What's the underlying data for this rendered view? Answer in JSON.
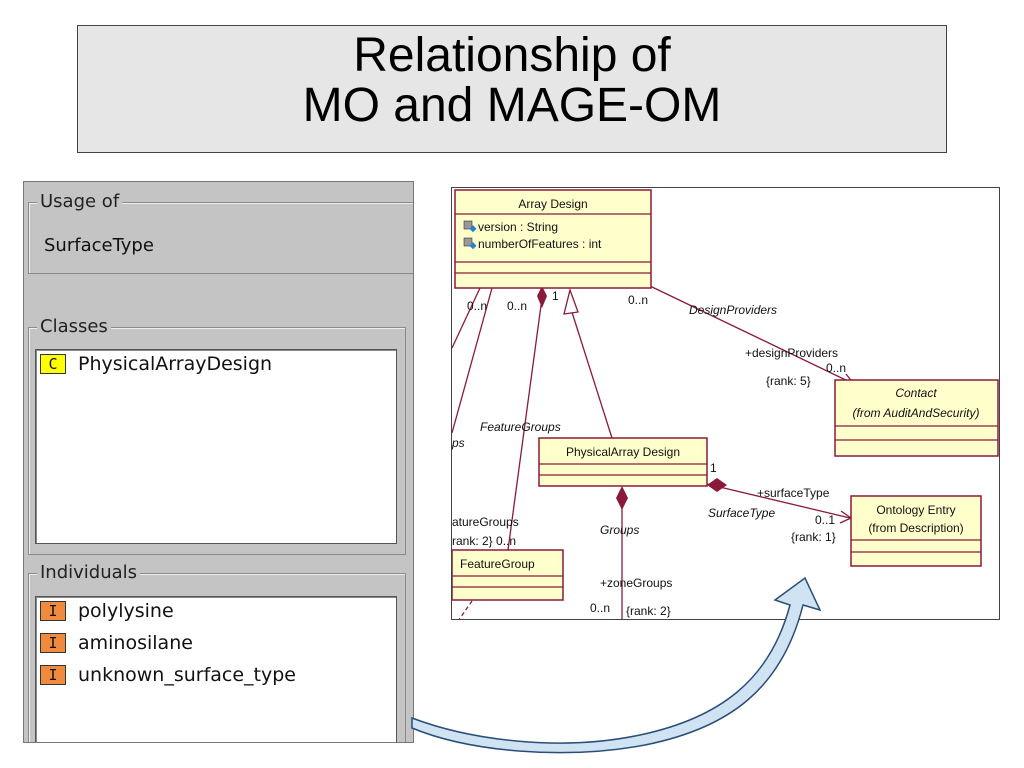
{
  "title": {
    "line1": "Relationship of",
    "line2": "MO and MAGE-OM"
  },
  "panel": {
    "usage": {
      "legend": "Usage of",
      "value": "SurfaceType"
    },
    "classes": {
      "legend": "Classes",
      "items": [
        {
          "badge": "C",
          "label": "PhysicalArrayDesign"
        }
      ]
    },
    "individuals": {
      "legend": "Individuals",
      "items": [
        {
          "badge": "I",
          "label": "polylysine"
        },
        {
          "badge": "I",
          "label": "aminosilane"
        },
        {
          "badge": "I",
          "label": "unknown_surface_type"
        }
      ]
    }
  },
  "diagram": {
    "array_design": {
      "name": "Array Design",
      "attr1": "version : String",
      "attr2": "numberOfFeatures : int"
    },
    "contact": {
      "name": "Contact",
      "from": "(from AuditAndSecurity)"
    },
    "physical_array_design": {
      "name": "PhysicalArray Design"
    },
    "ontology_entry": {
      "name": "Ontology Entry",
      "from": "(from Description)"
    },
    "feature_group": {
      "name": "FeatureGroup"
    },
    "labels": {
      "mult_0n_a": "0..n",
      "mult_0n_b": "0..n",
      "mult_1": "1",
      "mult_0n_c": "0..n",
      "design_providers": "DesignProviders",
      "plus_design_providers": "+designProviders",
      "mult_0n_d": "0..n",
      "rank5": "{rank: 5}",
      "feature_groups": "FeatureGroups",
      "ps": "ps",
      "mult_1b": "1",
      "plus_surface_type": "+surfaceType",
      "surface_type": "SurfaceType",
      "mult_01": "0..1",
      "rank1": "{rank: 1}",
      "ature_groups": "atureGroups",
      "rank2_0n": "rank: 2}  0..n",
      "groups": "Groups",
      "plus_zone_groups": "+zoneGroups",
      "mult_0n_e": "0..n",
      "rank2": "{rank: 2}"
    }
  },
  "colors": {
    "uml_border": "#8b1a3a",
    "uml_fill": "#ffffcc",
    "badge_class": "#ffff00",
    "badge_individual": "#f08a3c",
    "arrow_fill": "#cfe3f2",
    "arrow_stroke": "#2a4d7a"
  }
}
